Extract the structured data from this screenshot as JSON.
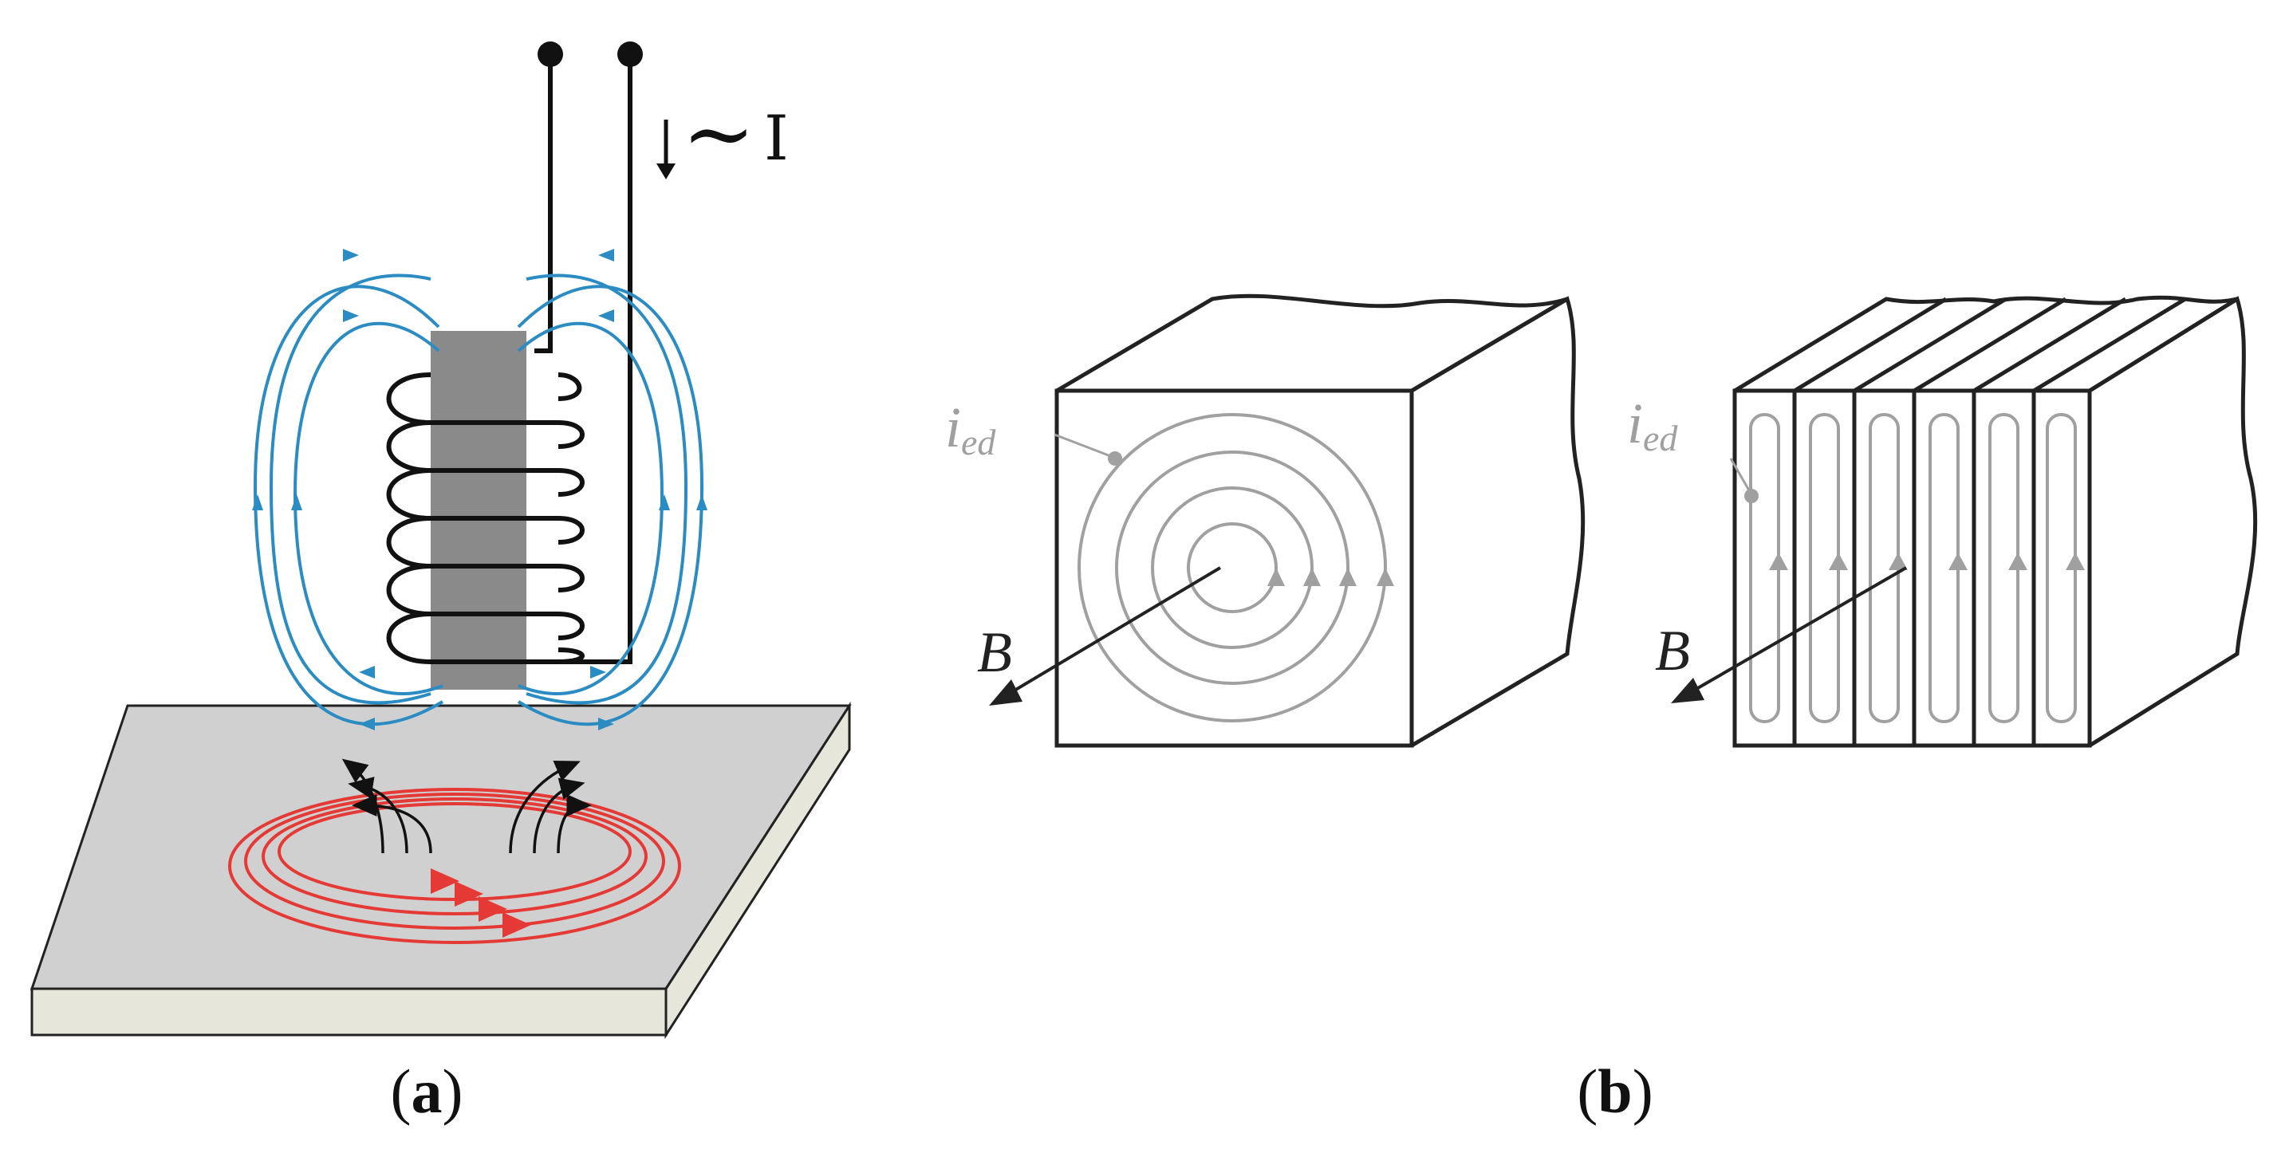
{
  "figure": {
    "panel_a": {
      "caption_open": "(",
      "caption_letter": "a",
      "caption_close": ")",
      "current_label": "I",
      "current_symbol": "~",
      "arrow_down_symbol": "↓"
    },
    "panel_b": {
      "caption_open": "(",
      "caption_letter": "b",
      "caption_close": ")",
      "solid_block": {
        "eddy_label_main": "i",
        "eddy_label_sub": "ed",
        "field_label": "B"
      },
      "laminated_block": {
        "eddy_label_main": "i",
        "eddy_label_sub": "ed",
        "field_label": "B"
      }
    }
  },
  "colors": {
    "field_lines": "#2b8cc4",
    "eddy_currents_a": "#e53935",
    "core": "#8a8a8a",
    "plate_top": "#d0d0d0",
    "plate_side": "#e6e6da",
    "eddy_currents_b": "#9e9e9e",
    "outline": "#222222"
  }
}
